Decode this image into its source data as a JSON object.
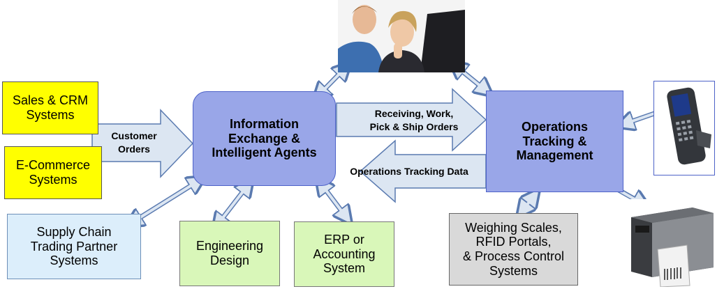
{
  "colors": {
    "yellow": "#ffff00",
    "hub_blue": "#99a6e8",
    "light_blue": "#dceefb",
    "light_green": "#d9f7b9",
    "light_gray": "#d9d9d9",
    "arrow_fill": "#dce6f2",
    "arrow_stroke": "#5a7ab0"
  },
  "nodes": {
    "sales_crm": "Sales & CRM\nSystems",
    "ecommerce": "E-Commerce\nSystems",
    "info_exchange": "Information\nExchange &\nIntelligent Agents",
    "operations": "Operations\nTracking &\nManagement",
    "supply_chain": "Supply Chain\nTrading Partner\nSystems",
    "engineering": "Engineering\nDesign",
    "erp": "ERP or\nAccounting\nSystem",
    "weighing": "Weighing Scales,\nRFID Portals,\n& Process Control\nSystems"
  },
  "arrow_labels": {
    "customer_orders": "Customer\nOrders",
    "orders_flow": "Receiving, Work,\nPick & Ship Orders",
    "tracking_flow": "Operations Tracking Data"
  },
  "images": [
    "people-at-computer-photo",
    "handheld-scanner-photo",
    "label-printer-photo"
  ]
}
